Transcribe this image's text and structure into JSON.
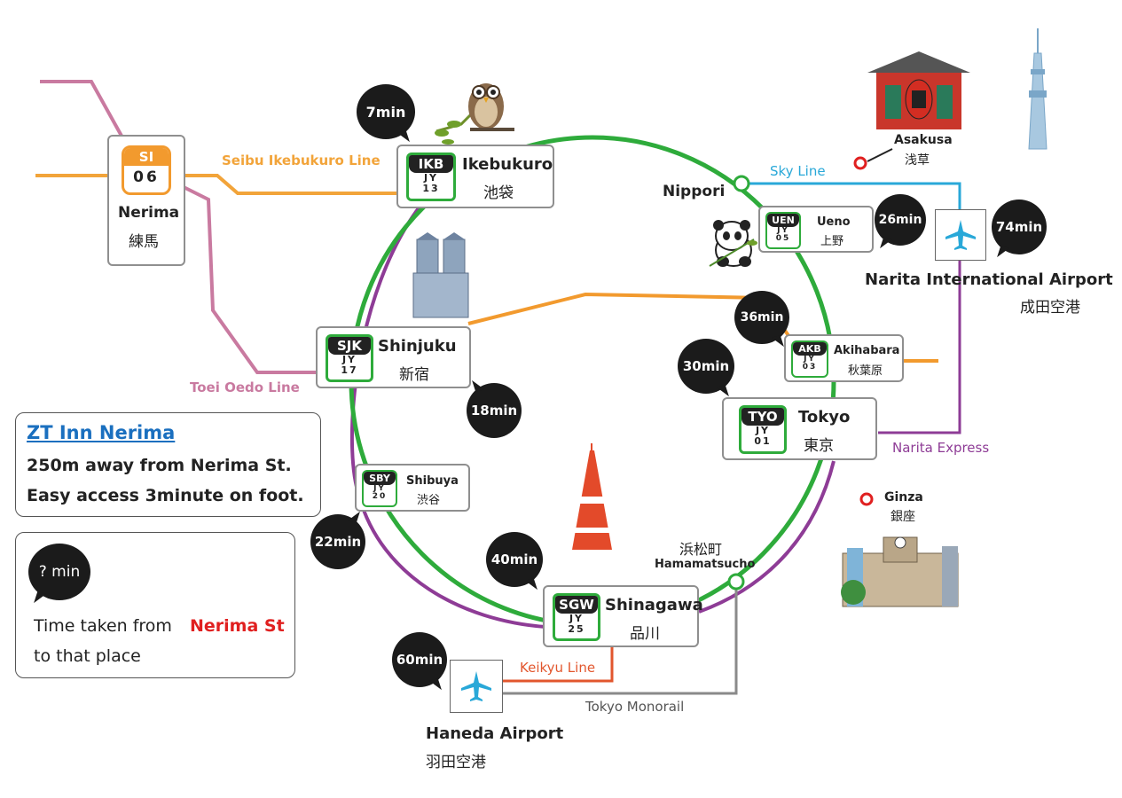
{
  "stations": {
    "ikebukuro": {
      "code": "IKB",
      "line_code": "JY",
      "number": "13",
      "name_en": "Ikebukuro",
      "name_jp": "池袋"
    },
    "shinjuku": {
      "code": "SJK",
      "line_code": "JY",
      "number": "17",
      "name_en": "Shinjuku",
      "name_jp": "新宿"
    },
    "shibuya": {
      "code": "SBY",
      "line_code": "JY",
      "number": "20",
      "name_en": "Shibuya",
      "name_jp": "渋谷"
    },
    "shinagawa": {
      "code": "SGW",
      "line_code": "JY",
      "number": "25",
      "name_en": "Shinagawa",
      "name_jp": "品川"
    },
    "tokyo": {
      "code": "TYO",
      "line_code": "JY",
      "number": "01",
      "name_en": "Tokyo",
      "name_jp": "東京"
    },
    "akihabara": {
      "code": "AKB",
      "line_code": "JY",
      "number": "03",
      "name_en": "Akihabara",
      "name_jp": "秋葉原"
    },
    "ueno": {
      "code": "UEN",
      "line_code": "JY",
      "number": "05",
      "name_en": "Ueno",
      "name_jp": "上野"
    },
    "nerima": {
      "code": "SI",
      "number": "06",
      "name_en": "Nerima",
      "name_jp": "練馬"
    }
  },
  "places": {
    "nippori": {
      "name_en": "Nippori"
    },
    "hamamatsucho": {
      "name_en": "Hamamatsucho",
      "name_jp": "浜松町"
    },
    "asakusa": {
      "name_en": "Asakusa",
      "name_jp": "浅草"
    },
    "ginza": {
      "name_en": "Ginza",
      "name_jp": "銀座"
    },
    "narita": {
      "name_en": "Narita International Airport",
      "name_jp": "成田空港"
    },
    "haneda": {
      "name_en": "Haneda Airport",
      "name_jp": "羽田空港"
    }
  },
  "times": {
    "ikebukuro": "7min",
    "shinjuku": "18min",
    "shibuya": "22min",
    "shinagawa": "40min",
    "haneda": "60min",
    "tokyo": "30min",
    "akihabara": "36min",
    "ueno": "26min",
    "narita": "74min"
  },
  "lines": {
    "seibu_ikebukuro": "Seibu Ikebukuro Line",
    "toei_oedo": "Toei Oedo Line",
    "sky_line": "Sky Line",
    "narita_express": "Narita Express",
    "keikyu": "Keikyu Line",
    "tokyo_monorail": "Tokyo Monorail"
  },
  "hotel": {
    "name": "ZT Inn Nerima",
    "line1": "250m away from Nerima St.",
    "line2": "Easy access 3minute on foot."
  },
  "legend": {
    "bubble": "? min",
    "text_prefix": "Time taken from ",
    "text_highlight": "Nerima St",
    "text_suffix": "to that place"
  },
  "colors": {
    "yamanote": "#2eab3b",
    "chuo": "#f29a2e",
    "seibu": "#f2a43a",
    "oedo": "#c97aa0",
    "skyliner": "#29a8d8",
    "narita_express": "#8e3c96",
    "keikyu": "#e2562d",
    "monorail": "#8a8a8a",
    "hotel_link": "#1a6fbf",
    "highlight": "#e02020"
  }
}
